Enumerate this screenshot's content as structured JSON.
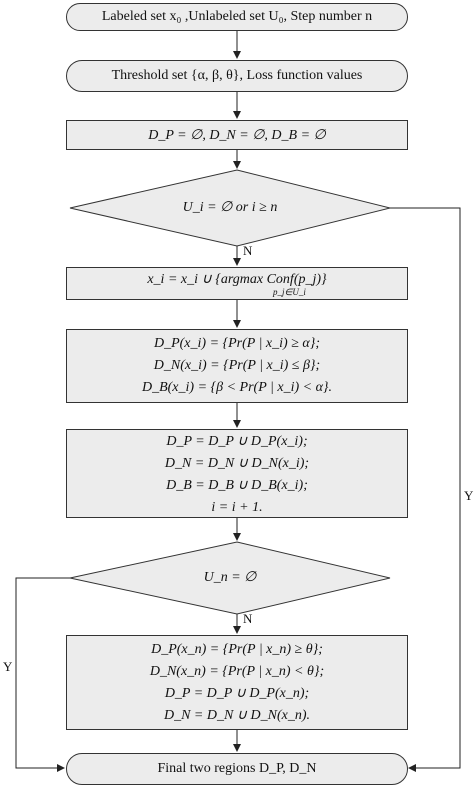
{
  "nodes": {
    "start": {
      "text": "Labeled set x₀ ,Unlabeled set U₀, Step number n"
    },
    "threshold": {
      "text": "Threshold set {α, β, θ}, Loss function values"
    },
    "init": {
      "text": "D_P = ∅, D_N = ∅, D_B = ∅"
    },
    "decision1": {
      "text": "U_i = ∅ or i ≥ n"
    },
    "select": {
      "text": "x_i = x_i ∪ {argmax Conf(p_j)}",
      "sub": "p_j∈U_i"
    },
    "classify": {
      "lines": [
        "D_P(x_i) = {Pr(P | x_i) ≥ α};",
        "D_N(x_i) = {Pr(P | x_i) ≤ β};",
        "D_B(x_i) = {β < Pr(P | x_i) < α}."
      ]
    },
    "update": {
      "lines": [
        "D_P = D_P ∪ D_P(x_i);",
        "D_N = D_N ∪ D_N(x_i);",
        "D_B = D_B ∪ D_B(x_i);",
        "i = i + 1."
      ]
    },
    "decision2": {
      "text": "U_n = ∅"
    },
    "final_classify": {
      "lines": [
        "D_P(x_n) = {Pr(P | x_n) ≥ θ};",
        "D_N(x_n) = {Pr(P | x_n) < θ};",
        "D_P = D_P ∪ D_P(x_n);",
        "D_N = D_N ∪ D_N(x_n)."
      ]
    },
    "end": {
      "text": "Final two regions D_P, D_N"
    }
  },
  "edge_labels": {
    "d1_no": "N",
    "d1_yes": "Y",
    "d2_no": "N",
    "d2_yes": "Y"
  },
  "colors": {
    "box_fill": "#ececec",
    "stroke": "#333333",
    "text": "#111111"
  }
}
